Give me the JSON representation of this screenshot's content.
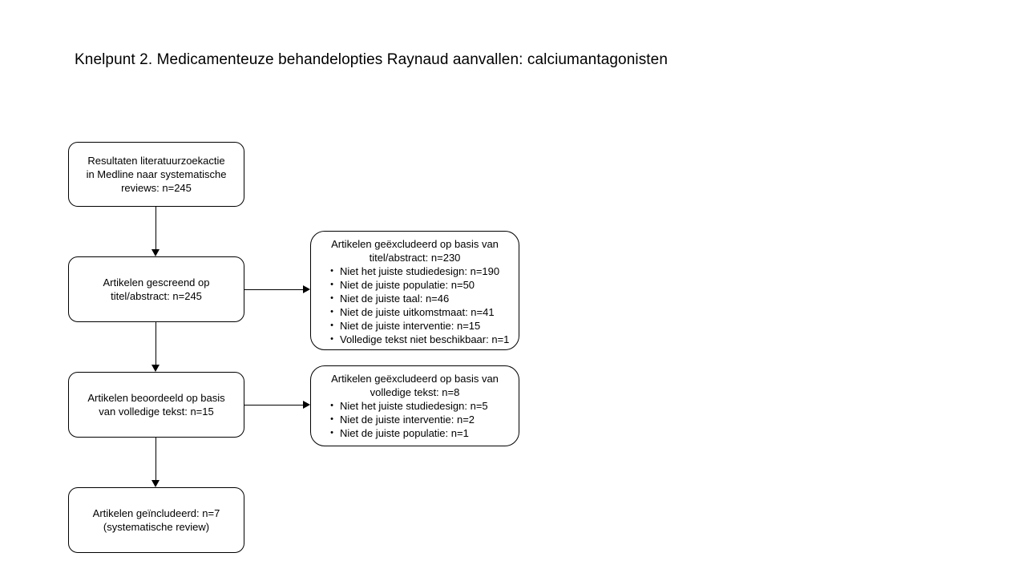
{
  "page_title": "Knelpunt 2. Medicamenteuze behandelopties Raynaud aanvallen: calciumantagonisten",
  "colors": {
    "background": "#ffffff",
    "box_border": "#000000",
    "text": "#000000"
  },
  "flow": {
    "box_results": {
      "line1": "Resultaten literatuurzoekactie",
      "line2": "in Medline naar systematische",
      "line3": "reviews: n=245"
    },
    "box_screened": {
      "line1": "Artikelen gescreend op",
      "line2": "titel/abstract: n=245"
    },
    "box_assessed": {
      "line1": "Artikelen beoordeeld op basis",
      "line2": "van volledige tekst: n=15"
    },
    "box_included": {
      "line1": "Artikelen geïncludeerd: n=7",
      "line2": "(systematische review)"
    },
    "excluded_title_abstract": {
      "header_line1": "Artikelen geëxcludeerd op basis van",
      "header_line2": "titel/abstract: n=230",
      "bullet_char": "•",
      "bullets": [
        "Niet het juiste studiedesign: n=190",
        "Niet de juiste populatie: n=50",
        "Niet de juiste taal: n=46",
        "Niet de juiste uitkomstmaat: n=41",
        "Niet de juiste interventie: n=15",
        "Volledige tekst niet beschikbaar: n=1"
      ]
    },
    "excluded_full_text": {
      "header_line1": "Artikelen geëxcludeerd op basis van",
      "header_line2": "volledige tekst: n=8",
      "bullet_char": "•",
      "bullets": [
        "Niet het juiste studiedesign: n=5",
        "Niet de juiste interventie: n=2",
        "Niet de juiste populatie: n=1"
      ]
    }
  }
}
